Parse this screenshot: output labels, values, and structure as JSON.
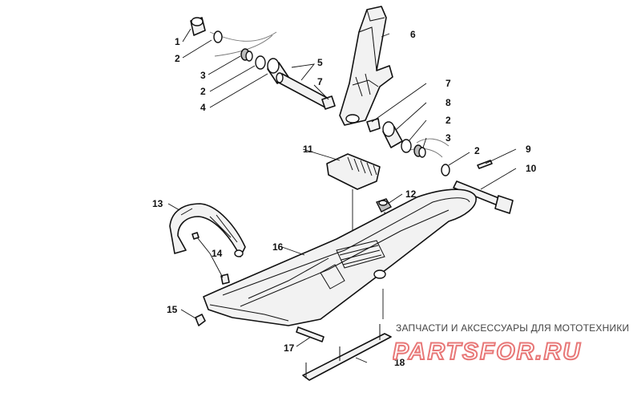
{
  "callouts": {
    "c1a": "1",
    "c2a": "2",
    "c3a": "3",
    "c2b": "2",
    "c4": "4",
    "c5": "5",
    "c7a": "7",
    "c6": "6",
    "c7b": "7",
    "c8": "8",
    "c2c": "2",
    "c3b": "3",
    "c2d": "2",
    "c9": "9",
    "c10": "10",
    "c11": "11",
    "c12": "12",
    "c13": "13",
    "c14": "14",
    "c16": "16",
    "c15": "15",
    "c17": "17",
    "c18": "18"
  },
  "watermark": {
    "tagline": "ЗАПЧАСТИ И АКСЕССУАРЫ ДЛЯ МОТОТЕХНИКИ",
    "logo_text": "PARTSFOR.RU",
    "logo_color": "#e87878"
  }
}
